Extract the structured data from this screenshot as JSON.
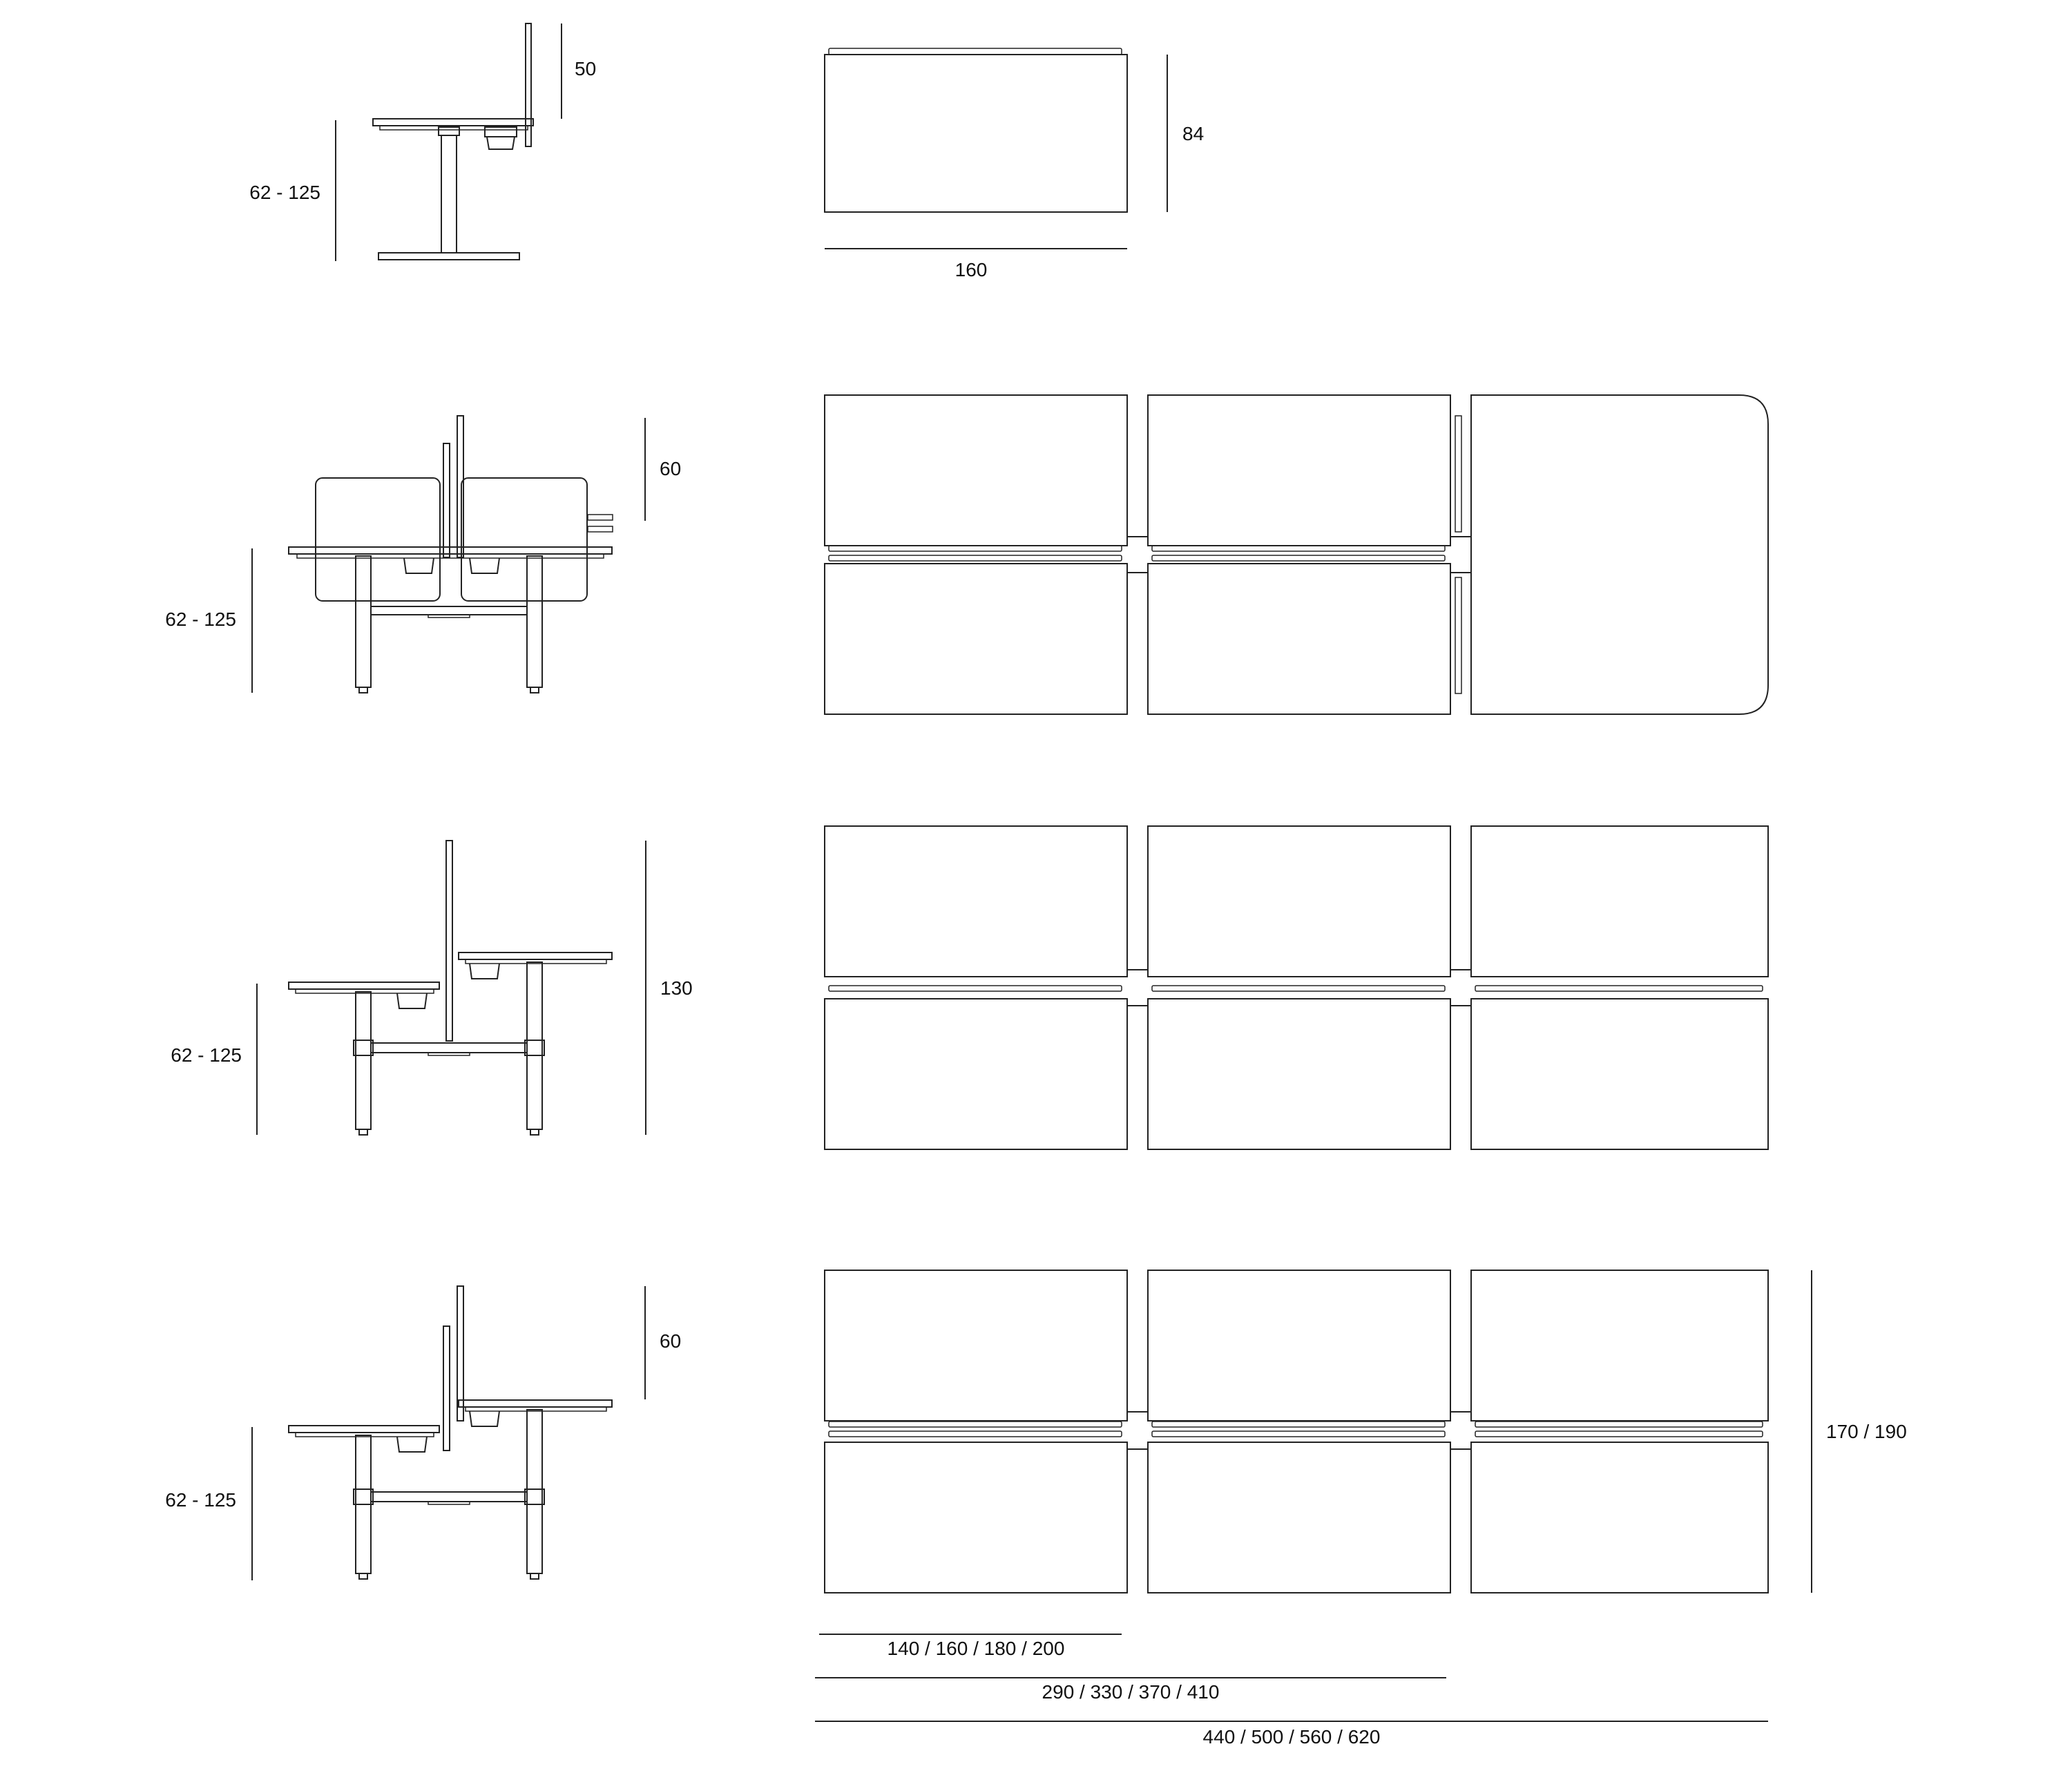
{
  "colors": {
    "line": "#222222",
    "text": "#111111",
    "background": "#ffffff"
  },
  "row1": {
    "height_range": "62 - 125",
    "screen_height": "50",
    "desk_depth": "84",
    "desk_width": "160"
  },
  "row2": {
    "height_range": "62 - 125",
    "screen_height": "60"
  },
  "row3": {
    "height_range": "62 - 125",
    "total_height": "130"
  },
  "row4": {
    "height_range": "62 - 125",
    "screen_height": "60",
    "bench_depth": "170 / 190"
  },
  "bottom": {
    "width_single": "140 / 160 / 180 / 200",
    "width_double": "290 / 330 / 370 / 410",
    "width_triple": "440 / 500 / 560 / 620"
  }
}
